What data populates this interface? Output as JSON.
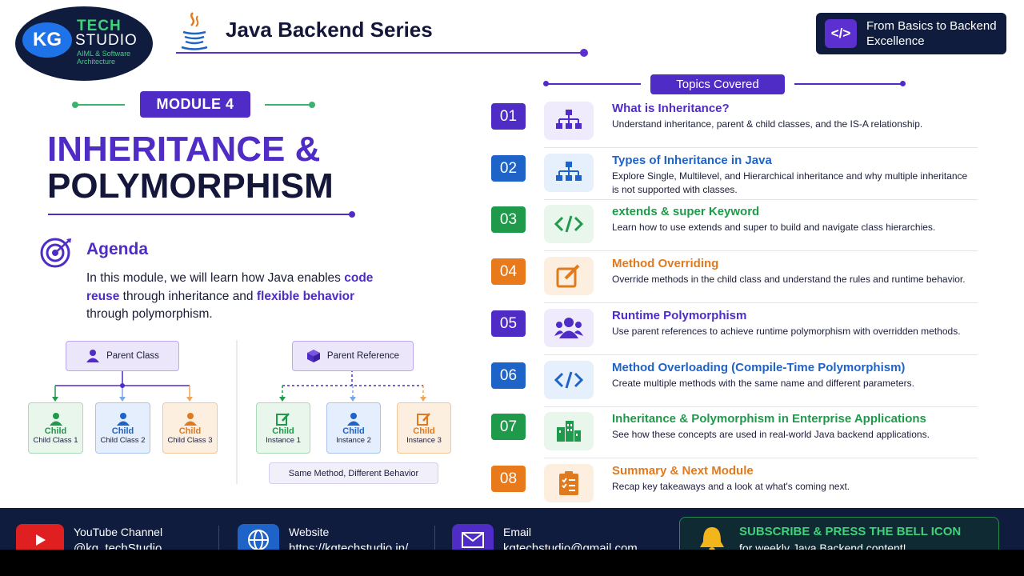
{
  "logo": {
    "kg": "KG",
    "tech": "TECH",
    "studio": "STUDIO",
    "sub": "AIML & Software Architecture"
  },
  "series": {
    "title": "Java Backend Series"
  },
  "badge": {
    "icon_text": "</>",
    "text": "From Basics to Backend Excellence"
  },
  "module": {
    "label": "MODULE 4",
    "title_line1": "INHERITANCE &",
    "title_line2": "POLYMORPHISM"
  },
  "agenda": {
    "title": "Agenda",
    "text_1": "In this module, we will learn how Java enables ",
    "highlight_1": "code reuse",
    "text_2": " through inheritance and ",
    "highlight_2": "flexible behavior",
    "text_3": " through polymorphism."
  },
  "diagram": {
    "left": {
      "parent": "Parent Class",
      "children": [
        {
          "name": "Child",
          "sub": "Child Class 1"
        },
        {
          "name": "Child",
          "sub": "Child Class 2"
        },
        {
          "name": "Child",
          "sub": "Child Class 3"
        }
      ]
    },
    "right": {
      "parent": "Parent Reference",
      "children": [
        {
          "name": "Child",
          "sub": "Instance 1"
        },
        {
          "name": "Child",
          "sub": "Instance 2"
        },
        {
          "name": "Child",
          "sub": "Instance 3"
        }
      ],
      "caption": "Same Method, Different Behavior"
    }
  },
  "topics": {
    "header": "Topics Covered",
    "items": [
      {
        "num": "01",
        "title": "What is Inheritance?",
        "desc": "Understand inheritance, parent & child classes, and the IS-A relationship.",
        "color": "purple",
        "icon": "hierarchy-icon"
      },
      {
        "num": "02",
        "title": "Types of Inheritance in Java",
        "desc": "Explore Single, Multilevel, and Hierarchical inheritance and why multiple inheritance is not supported with classes.",
        "color": "blue",
        "icon": "hierarchy-icon"
      },
      {
        "num": "03",
        "title": "extends & super Keyword",
        "desc": "Learn how to use extends and super to build and navigate class hierarchies.",
        "color": "green",
        "icon": "code-icon"
      },
      {
        "num": "04",
        "title": "Method Overriding",
        "desc": "Override methods in the child class and understand the rules and runtime behavior.",
        "color": "orange",
        "icon": "edit-icon"
      },
      {
        "num": "05",
        "title": "Runtime Polymorphism",
        "desc": "Use parent references to achieve runtime polymorphism with overridden methods.",
        "color": "purple",
        "icon": "users-icon"
      },
      {
        "num": "06",
        "title": "Method Overloading (Compile-Time Polymorphism)",
        "desc": "Create multiple methods with the same name and different parameters.",
        "color": "blue",
        "icon": "code-icon"
      },
      {
        "num": "07",
        "title": "Inheritance & Polymorphism in Enterprise Applications",
        "desc": "See how these concepts are used in real-world Java backend applications.",
        "color": "green",
        "icon": "buildings-icon"
      },
      {
        "num": "08",
        "title": "Summary & Next Module",
        "desc": "Recap key takeaways and a look at what's coming next.",
        "color": "orange",
        "icon": "checklist-icon"
      }
    ]
  },
  "footer": {
    "youtube": {
      "label": "YouTube Channel",
      "value": "@kg_techStudio"
    },
    "website": {
      "label": "Website",
      "value": "https://kgtechstudio.in/"
    },
    "email": {
      "label": "Email",
      "value": "kgtechstudio@gmail.com"
    },
    "subscribe": {
      "line1": "SUBSCRIBE & PRESS THE BELL ICON",
      "line2": "for weekly Java Backend content!"
    }
  }
}
